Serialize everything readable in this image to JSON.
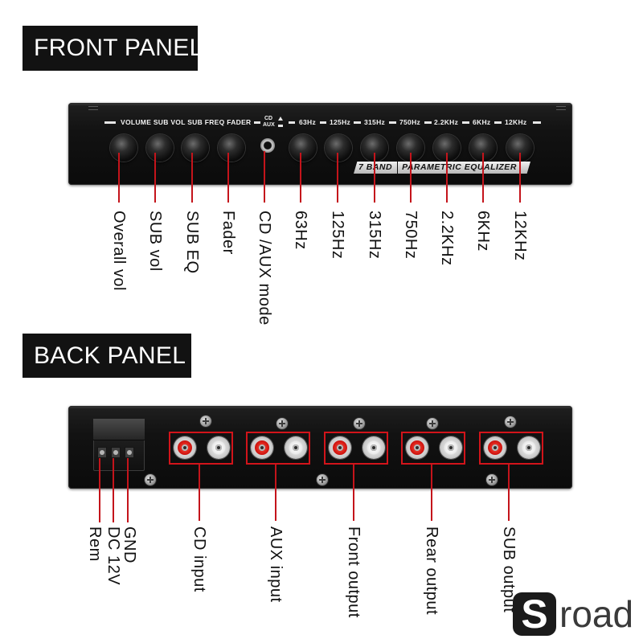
{
  "front_panel": {
    "title": "FRONT PANEL",
    "strip": {
      "controls": "VOLUME SUB VOL SUB FREQ FADER",
      "cd": "CD",
      "aux": "AUX",
      "bands": [
        "63Hz",
        "125Hz",
        "315Hz",
        "750Hz",
        "2.2KHz",
        "6KHz",
        "12KHz"
      ]
    },
    "badge": {
      "band": "7 BAND",
      "name": "PARAMETRIC EQUALIZER"
    },
    "callouts": [
      "Overall vol",
      "SUB vol",
      "SUB EQ",
      "Fader",
      "CD /AUX mode",
      "63Hz",
      "125Hz",
      "315Hz",
      "750Hz",
      "2.2KHz",
      "6KHz",
      "12KHz"
    ]
  },
  "back_panel": {
    "title": "BACK PANEL",
    "callouts": [
      "Rem",
      "DC 12V",
      "GND",
      "CD input",
      "AUX input",
      "Front output",
      "Rear output",
      "SUB output"
    ]
  },
  "logo": {
    "mark": "S",
    "text": "road"
  },
  "icons": [
    "knob-icon",
    "cd-aux-button-icon",
    "screw-icon",
    "rca-jack-icon",
    "power-terminal-icon"
  ],
  "colors": {
    "label_bg": "#121212",
    "device_body": "#111111",
    "callout_line": "#c4141b",
    "rca_box_outline": "#d2141a",
    "rca_red": "#d0140f",
    "rca_white": "#ececec"
  }
}
